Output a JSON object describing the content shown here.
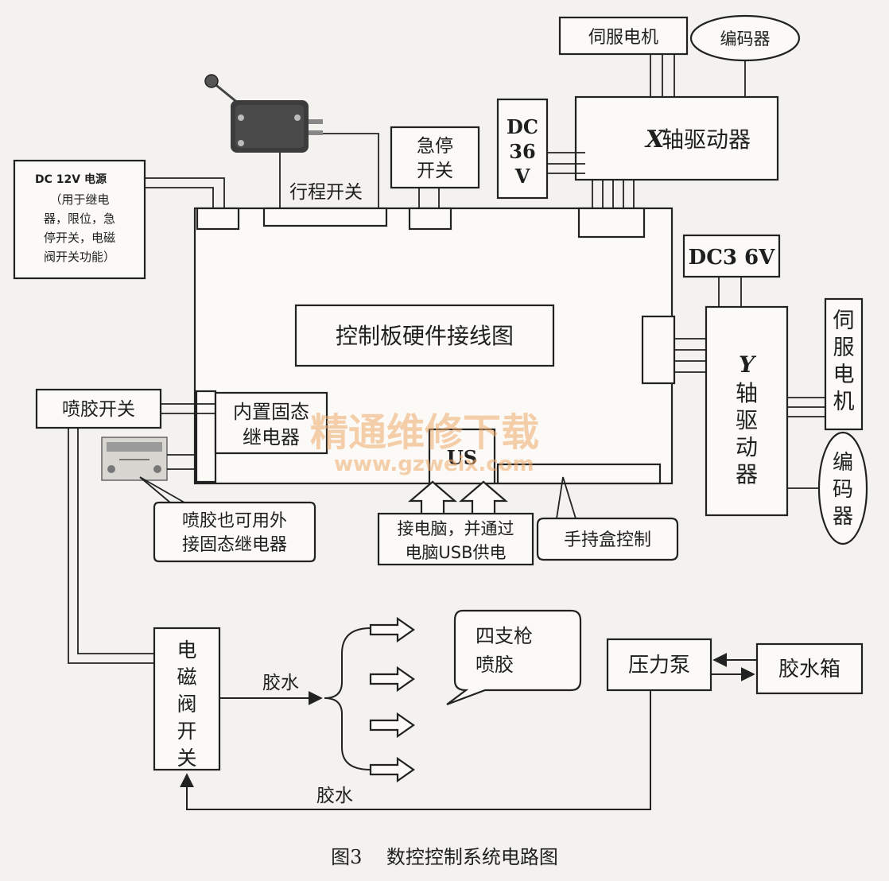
{
  "nodes": {
    "servo_motor_x": "伺服电机",
    "encoder_x": "编码器",
    "x_driver_letter": "X",
    "x_driver_label": "轴驱动器",
    "dc36v_x": [
      "DC",
      "36",
      "V"
    ],
    "emergency_stop": [
      "急停",
      "开关"
    ],
    "travel_switch": "行程开关",
    "dc12v_title": "DC 12V  电源",
    "dc12v_desc": [
      "（用于继电",
      "器，限位，急",
      "停开关，电磁",
      "阀开关功能）"
    ],
    "control_board": "控制板硬件接线图",
    "dc36v_y": "DC3 6V",
    "y_driver_letter": "Y",
    "y_driver_label": [
      "轴",
      "驱",
      "动",
      "器"
    ],
    "servo_motor_y": [
      "伺",
      "服",
      "电",
      "机"
    ],
    "encoder_y": [
      "编",
      "码",
      "器"
    ],
    "spray_switch": "喷胶开关",
    "builtin_relay": [
      "内置固态",
      "继电器"
    ],
    "usb_port": "US",
    "external_relay_note": [
      "喷胶也可用外",
      "接固态继电器"
    ],
    "pc_connection": [
      "接电脑，并通过",
      "电脑USB供电"
    ],
    "handheld_control": "手持盒控制",
    "solenoid_valve": [
      "电",
      "磁",
      "阀",
      "开",
      "关"
    ],
    "glue_label_1": "胶水",
    "four_guns": [
      "四支枪",
      "喷胶"
    ],
    "pressure_pump": "压力泵",
    "glue_tank": "胶水箱",
    "glue_label_2": "胶水"
  },
  "watermark": {
    "text": "精通维修下载",
    "url": "www.gzweix.com"
  },
  "caption": "图3    数控控制系统电路图"
}
